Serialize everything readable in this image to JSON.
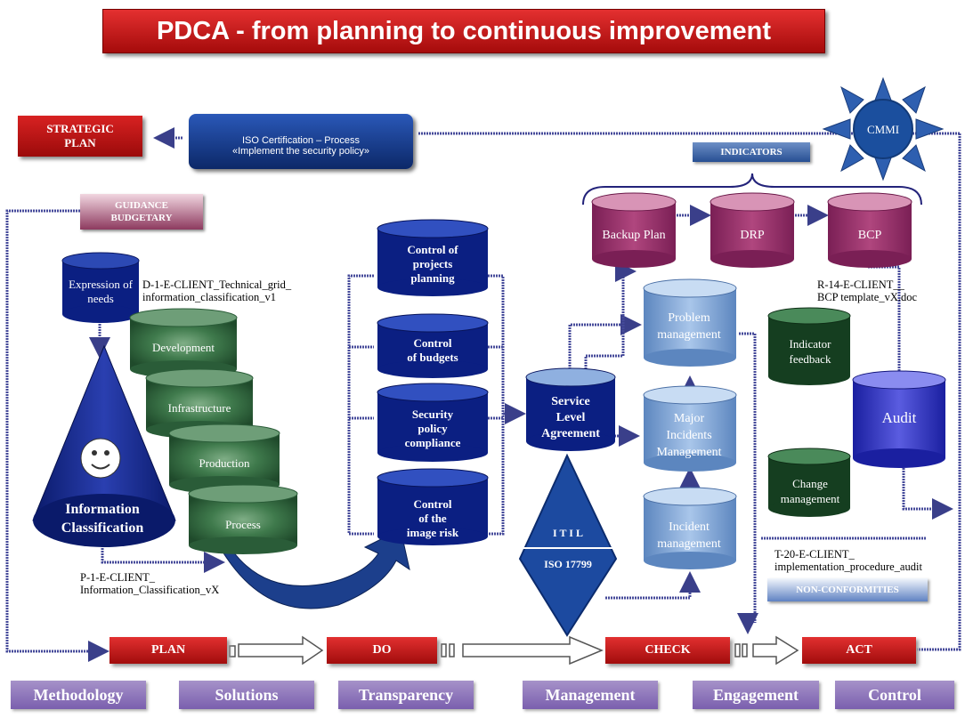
{
  "title": "PDCA - from planning to continuous improvement",
  "strategic_plan": "STRATEGIC PLAN",
  "iso_banner": {
    "line1": "ISO Certification – Process",
    "line2": "«Implement the security policy»"
  },
  "guidance": "GUIDANCE BUDGETARY",
  "cmmi": "CMMI",
  "indicators": "INDICATORS",
  "non_conformities": "NON-CONFORMITIES",
  "expression": "Expression of needs",
  "info_class": "Information Classification",
  "doc_d1": {
    "line1": "D-1-E-CLIENT_Technical_grid_",
    "line2": "information_classification_v1"
  },
  "doc_p1": {
    "line1": "P-1-E-CLIENT_",
    "line2": "Information_Classification_vX"
  },
  "doc_r14": {
    "line1": "R-14-E-CLIENT__",
    "line2": "BCP template_vX.doc"
  },
  "doc_t20": {
    "line1": "T-20-E-CLIENT_",
    "line2": "implementation_procedure_audit"
  },
  "green_stack": [
    "Development",
    "Infrastructure",
    "Production",
    "Process"
  ],
  "do_stack": [
    {
      "l1": "Control of",
      "l2": "projects",
      "l3": "planning"
    },
    {
      "l1": "Control",
      "l2": "of budgets",
      "l3": ""
    },
    {
      "l1": "Security",
      "l2": "policy",
      "l3": "compliance"
    },
    {
      "l1": "Control",
      "l2": "of the",
      "l3": "image risk"
    }
  ],
  "sla": {
    "l1": "Service",
    "l2": "Level",
    "l3": "Agreement"
  },
  "itil": "I T I L",
  "iso17799": "ISO 17799",
  "itil_stack": [
    {
      "l1": "Problem",
      "l2": "management",
      "l3": ""
    },
    {
      "l1": "Major",
      "l2": "Incidents",
      "l3": "Management"
    },
    {
      "l1": "Incident",
      "l2": "management",
      "l3": ""
    }
  ],
  "purple_stack": [
    "Backup Plan",
    "DRP",
    "BCP"
  ],
  "dark_green": [
    {
      "l1": "Indicator",
      "l2": "feedback"
    },
    {
      "l1": "Change",
      "l2": "management"
    }
  ],
  "audit": "Audit",
  "phases": [
    "PLAN",
    "DO",
    "CHECK",
    "ACT"
  ],
  "bottom_bar": [
    "Methodology",
    "Solutions",
    "Transparency",
    "Management",
    "Engagement",
    "Control"
  ],
  "colors": {
    "red": "#c01818",
    "navy": "#0b1f82",
    "green": "#2f6a3c",
    "purple": "#8c2a62",
    "lightblue": "#7ea6d3",
    "lavender": "#8a70b8"
  }
}
